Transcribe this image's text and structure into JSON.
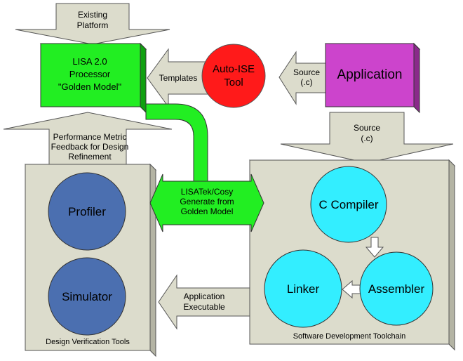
{
  "nodes": {
    "existing_platform": {
      "line1": "Existing",
      "line2": "Platform"
    },
    "lisa_model": {
      "line1": "LISA 2.0",
      "line2": "Processor",
      "line3": "\"Golden Model\"",
      "fill": "#22ee22"
    },
    "auto_ise": {
      "line1": "Auto-ISE",
      "line2": "Tool",
      "fill": "#ff1a1a"
    },
    "application": {
      "label": "Application",
      "fill": "#cc44cc"
    },
    "profiler": {
      "label": "Profiler",
      "fill": "#4b6fb0"
    },
    "simulator": {
      "label": "Simulator",
      "fill": "#4b6fb0"
    },
    "c_compiler": {
      "label": "C Compiler",
      "fill": "#33eeff"
    },
    "assembler": {
      "label": "Assembler",
      "fill": "#33eeff"
    },
    "linker": {
      "label": "Linker",
      "fill": "#33eeff"
    }
  },
  "groups": {
    "verification": {
      "label": "Design Verification Tools",
      "fill": "#dcdccc"
    },
    "toolchain": {
      "label": "Software Development Toolchain",
      "fill": "#dcdccc"
    }
  },
  "arrows": {
    "templates": {
      "label": "Templates"
    },
    "source_top": {
      "line1": "Source",
      "line2": "(.c)"
    },
    "source_down": {
      "line1": "Source",
      "line2": "(.c)"
    },
    "feedback": {
      "line1": "Performance Metric",
      "line2": "Feedback for Design",
      "line3": "Refinement"
    },
    "lisatek": {
      "line1": "LISATek/Cosy",
      "line2": "Generate from",
      "line3": "Golden Model",
      "fill": "#22ee22"
    },
    "executable": {
      "line1": "Application",
      "line2": "Executable"
    }
  },
  "colors": {
    "arrow_gray": "#dcdccc",
    "outline": "#555555"
  }
}
